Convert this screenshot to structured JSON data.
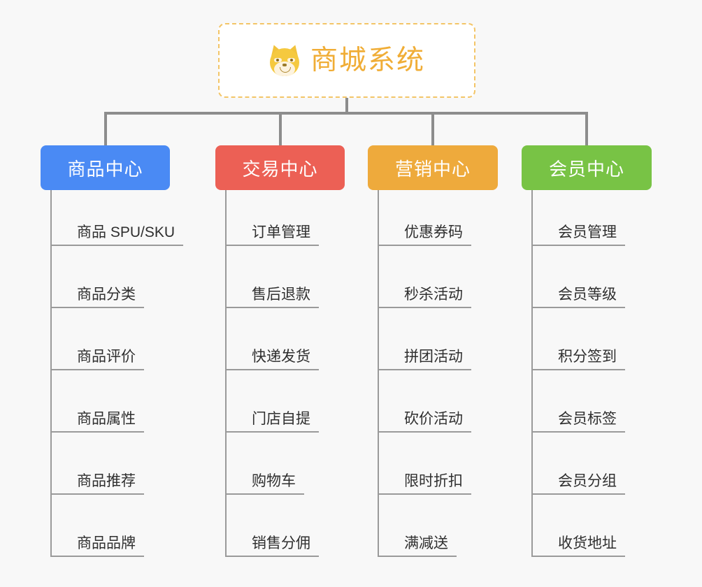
{
  "background_color": "#f8f8f8",
  "root": {
    "title": "商城系统",
    "icon": "shiba-dog-face-icon",
    "text_color": "#f0ad36",
    "border_color": "#f3c567",
    "background": "#ffffff"
  },
  "connector_color": "#8d8d8d",
  "leaf_line_color": "#9a9a9a",
  "columns": [
    {
      "id": "product-center",
      "label": "商品中心",
      "color": "#4a8af4",
      "items": [
        "商品 SPU/SKU",
        "商品分类",
        "商品评价",
        "商品属性",
        "商品推荐",
        "商品品牌"
      ]
    },
    {
      "id": "trade-center",
      "label": "交易中心",
      "color": "#ec6055",
      "items": [
        "订单管理",
        "售后退款",
        "快递发货",
        "门店自提",
        "购物车",
        "销售分佣"
      ]
    },
    {
      "id": "marketing-center",
      "label": "营销中心",
      "color": "#eeaa3c",
      "items": [
        "优惠券码",
        "秒杀活动",
        "拼团活动",
        "砍价活动",
        "限时折扣",
        "满减送"
      ]
    },
    {
      "id": "member-center",
      "label": "会员中心",
      "color": "#78c345",
      "items": [
        "会员管理",
        "会员等级",
        "积分签到",
        "会员标签",
        "会员分组",
        "收货地址"
      ]
    }
  ]
}
